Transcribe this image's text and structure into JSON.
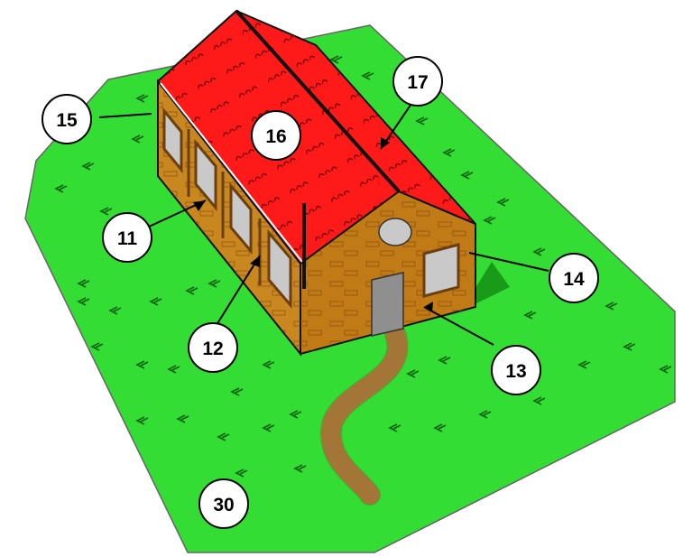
{
  "diagram": {
    "colors": {
      "lawn": "#33dd33",
      "roof": "#ff1a1a",
      "wall": "#c8871f",
      "gable": "#c07a16",
      "path": "#c08a3e",
      "window": "#c9c9c9",
      "door": "#8f8f8f",
      "outline": "#111111"
    },
    "callouts": [
      {
        "id": "11",
        "label": "11"
      },
      {
        "id": "12",
        "label": "12"
      },
      {
        "id": "13",
        "label": "13"
      },
      {
        "id": "14",
        "label": "14"
      },
      {
        "id": "15",
        "label": "15"
      },
      {
        "id": "16",
        "label": "16"
      },
      {
        "id": "17",
        "label": "17"
      },
      {
        "id": "30",
        "label": "30"
      }
    ]
  }
}
